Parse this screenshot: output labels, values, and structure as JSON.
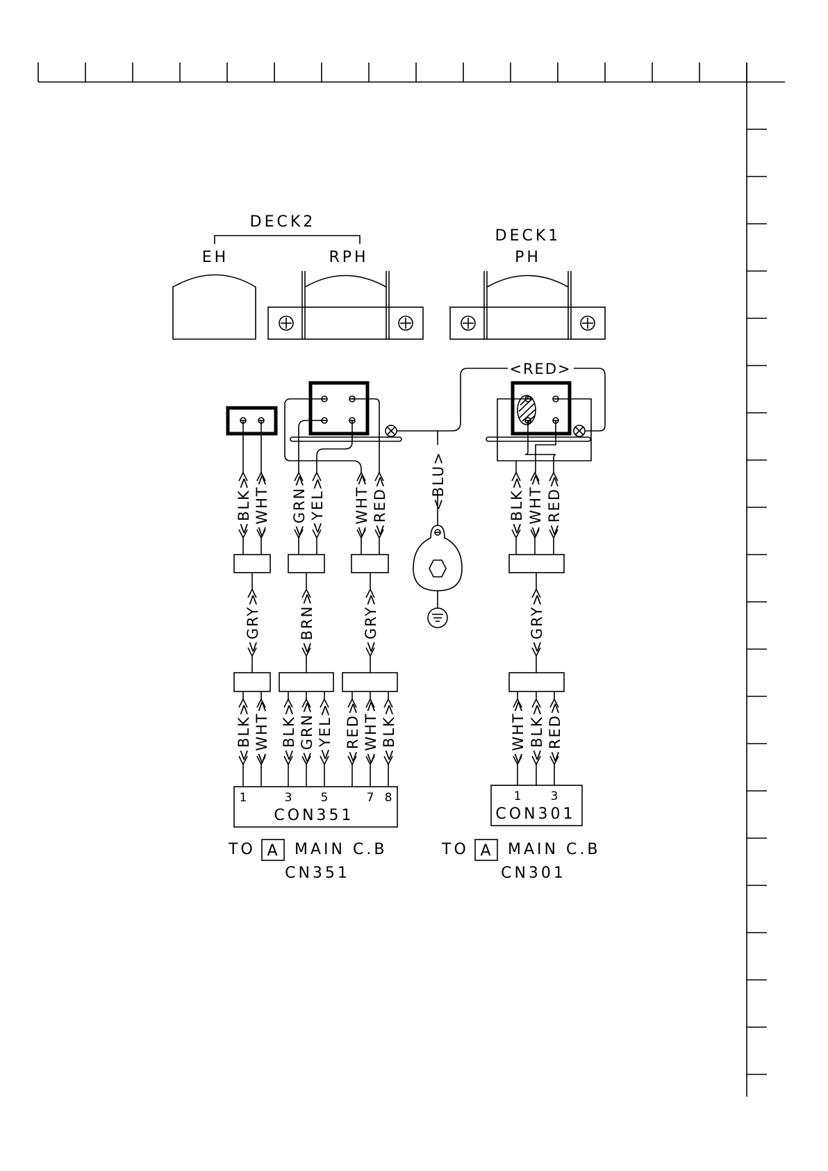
{
  "deck2": {
    "title": "DECK2",
    "erase_head": "EH",
    "rec_play_head": "RPH"
  },
  "deck1": {
    "title": "DECK1",
    "play_head": "PH"
  },
  "shield_wire": "<RED>",
  "ground_wire": "<BLU>",
  "upper_wires": {
    "eh": [
      "<BLK>",
      "<WHT>"
    ],
    "rph_a": [
      "<GRN>",
      "<YEL>"
    ],
    "rph_b": [
      "<WHT>",
      "<RED>"
    ],
    "ph": [
      "<BLK>",
      "<WHT>",
      "<RED>"
    ]
  },
  "shields": [
    "<GRY>",
    "<BRN>",
    "<GRY>",
    "<GRY>"
  ],
  "lower_wires": {
    "con351_a": [
      "<BLK>",
      "<WHT>"
    ],
    "con351_b": [
      "<BLK>",
      "<GRN>",
      "<YEL>"
    ],
    "con351_c": [
      "<RED>",
      "<WHT>",
      "<BLK>"
    ],
    "con301": [
      "<WHT>",
      "<BLK>",
      "<RED>"
    ]
  },
  "con351": {
    "name": "CON351",
    "pins": [
      "1",
      "3",
      "5",
      "7",
      "8"
    ],
    "to_prefix": "TO",
    "board_letter": "A",
    "board": "MAIN C.B",
    "cn": "CN351"
  },
  "con301": {
    "name": "CON301",
    "pins": [
      "1",
      "3"
    ],
    "to_prefix": "TO",
    "board_letter": "A",
    "board": "MAIN C.B",
    "cn": "CN301"
  }
}
